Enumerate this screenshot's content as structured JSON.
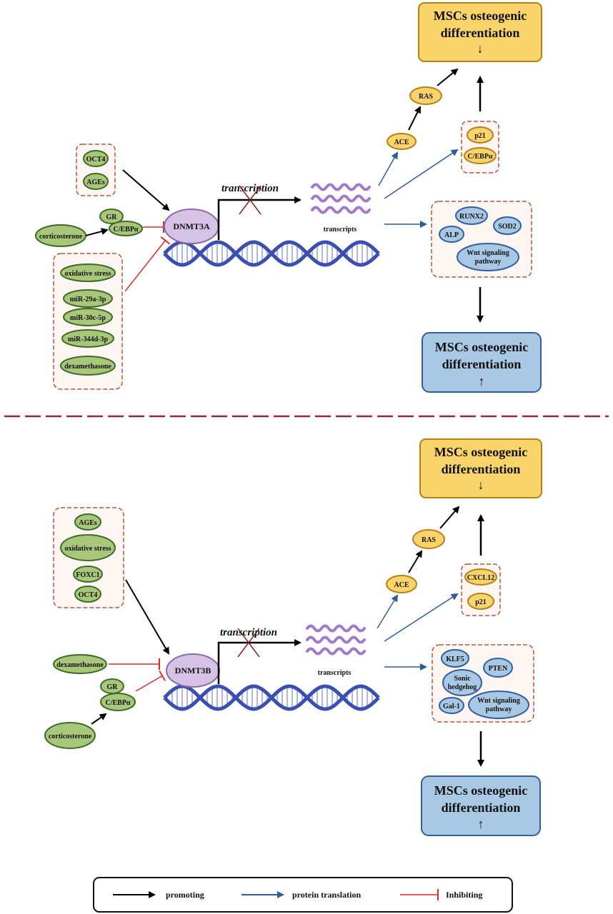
{
  "colors": {
    "green_fill": "#a8c77a",
    "green_stroke": "#3f6a25",
    "blue_fill": "#a9c8e4",
    "blue_stroke": "#2f5f9e",
    "yellow_fill": "#f9d46a",
    "yellow_stroke": "#b77f1a",
    "dnmt_fill": "#d6c2e6",
    "dnmt_stroke": "#8a6aa8",
    "dash_box": "#b5573f",
    "divider": "#8a2a3a",
    "promoting": "#000000",
    "translation": "#2e5c9c",
    "inhibiting": "#e02a2a",
    "dna": "#3b4fb0"
  },
  "top": {
    "dnmt": "DNMT3A",
    "transcription": "transcription",
    "transcripts": "transcripts",
    "promoters": [
      "OCT4",
      "AGEs"
    ],
    "gr": "GR",
    "cebpa": "C/EBPα",
    "corticosterone": "corticosterone",
    "inhibitors": [
      "oxidative stress",
      "miR-29a-3p",
      "miR-30c-5p",
      "miR-344d-3p",
      "dexamethasone"
    ],
    "ace": "ACE",
    "ras": "RAS",
    "yellow_box": [
      "p21",
      "C/EBPα"
    ],
    "blue_box": [
      "RUNX2",
      "SOD2",
      "ALP",
      "Wnt signaling",
      "pathway"
    ],
    "outcome_down": [
      "MSCs osteogenic",
      "differentiation",
      "↓"
    ],
    "outcome_up": [
      "MSCs osteogenic",
      "differentiation",
      "↑"
    ]
  },
  "bottom": {
    "dnmt": "DNMT3B",
    "transcription": "transcription",
    "transcripts": "transcripts",
    "promoters": [
      "AGEs",
      "oxidative stress",
      "FOXC1",
      "OCT4"
    ],
    "dexamethasone": "dexamethasone",
    "gr": "GR",
    "cebpa": "C/EBPα",
    "corticosterone": "corticosterone",
    "ace": "ACE",
    "ras": "RAS",
    "yellow_box": [
      "CXCL12",
      "p21"
    ],
    "blue_box": [
      "KLF5",
      "PTEN",
      "Sonic",
      "hedgehog",
      "Gal-1",
      "Wnt signaling",
      "pathway"
    ],
    "outcome_down": [
      "MSCs osteogenic",
      "differentiation",
      "↓"
    ],
    "outcome_up": [
      "MSCs osteogenic",
      "differentiation",
      "↑"
    ]
  },
  "legend": {
    "promoting": "promoting",
    "translation": "protein translation",
    "inhibiting": "Inhibiting"
  }
}
